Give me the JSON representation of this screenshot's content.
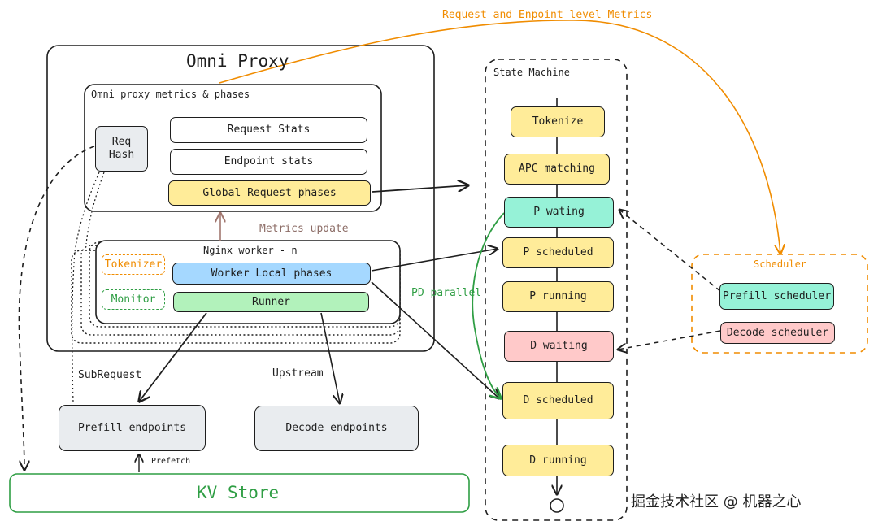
{
  "top_label": "Request and Enpoint level Metrics",
  "omni_proxy": {
    "title": "Omni Proxy",
    "metrics_panel_title": "Omni proxy metrics & phases",
    "req_hash": "Req\nHash",
    "request_stats": "Request Stats",
    "endpoint_stats": "Endpoint stats",
    "global_request_phases": "Global Request phases",
    "metrics_update": "Metrics update",
    "worker_title": "Nginx worker - n",
    "tokenizer": "Tokenizer",
    "monitor": "Monitor",
    "worker_local_phases": "Worker Local phases",
    "runner": "Runner"
  },
  "edges": {
    "subrequest": "SubRequest",
    "upstream": "Upstream",
    "prefetch": "Prefetch",
    "pd_parallel": "PD parallel"
  },
  "endpoints": {
    "prefill": "Prefill endpoints",
    "decode": "Decode endpoints"
  },
  "kv_store": "KV Store",
  "state_machine": {
    "title": "State Machine",
    "states": [
      "Tokenize",
      "APC matching",
      "P wating",
      "P scheduled",
      "P running",
      "D waiting",
      "D scheduled",
      "D running"
    ]
  },
  "scheduler": {
    "title": "Scheduler",
    "prefill": "Prefill scheduler",
    "decode": "Decode scheduler"
  },
  "watermark": "掘金技术社区 @ 机器之心",
  "colors": {
    "yellow": "#ffec99",
    "mint": "#96f2d7",
    "pink": "#ffc9c9",
    "blue": "#a5d8ff",
    "green": "#b2f2bb",
    "grey": "#e9ecef",
    "orange": "#f08c00",
    "kv_green": "#2f9e44"
  }
}
